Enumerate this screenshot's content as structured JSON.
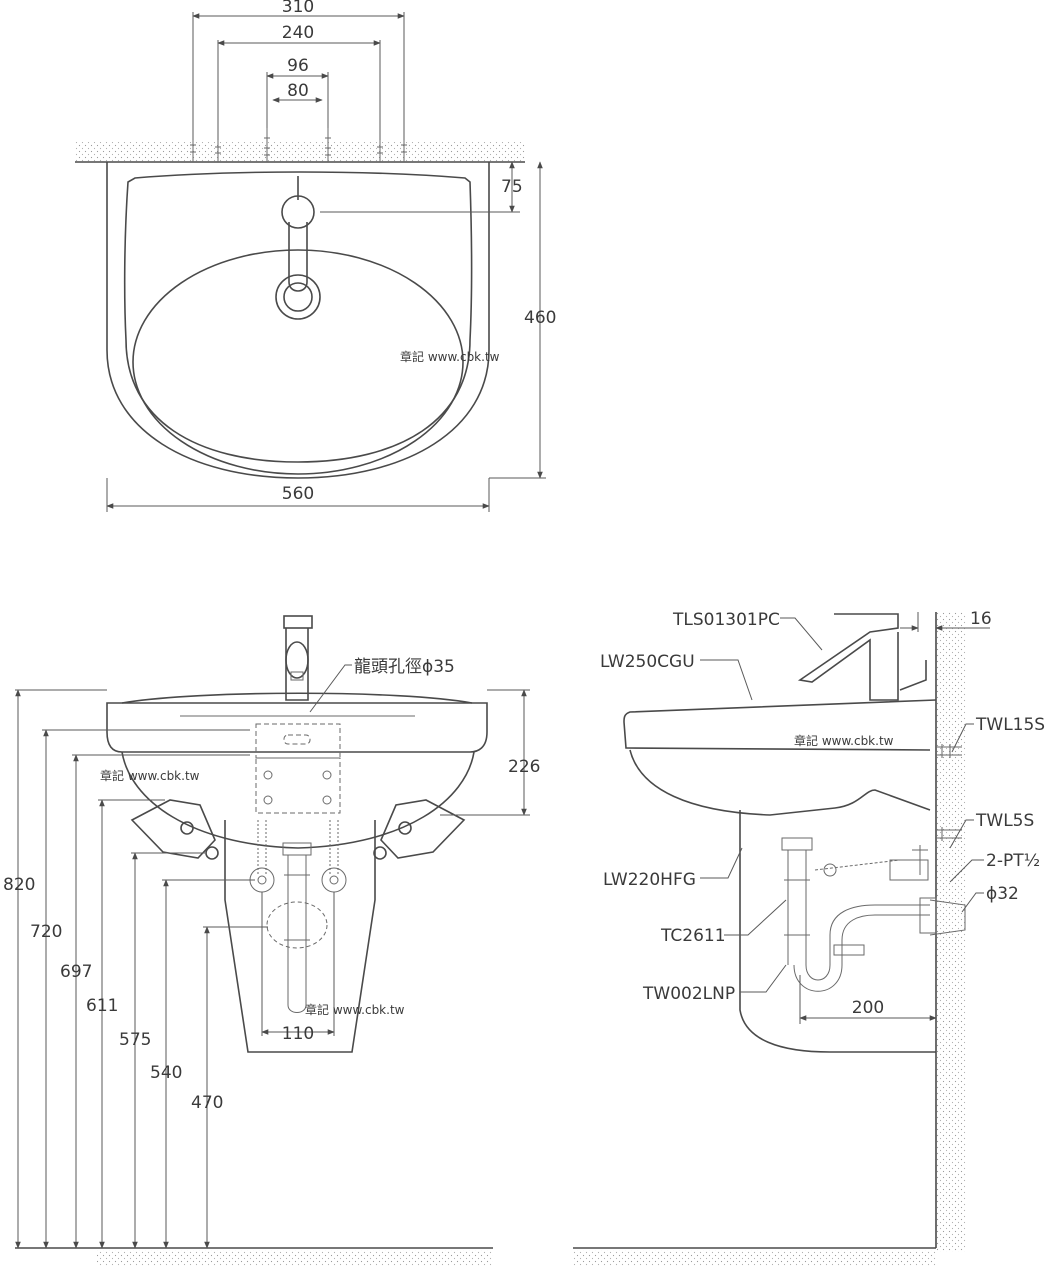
{
  "top_view": {
    "dims": {
      "d310": "310",
      "d240": "240",
      "d96": "96",
      "d80": "80",
      "d75": "75",
      "d460": "460",
      "d560": "560"
    },
    "watermark": "章記 www.cbk.tw"
  },
  "front_view": {
    "faucet_hole_label": "龍頭孔徑ϕ35",
    "dims": {
      "d226": "226",
      "d820": "820",
      "d720": "720",
      "d697": "697",
      "d611": "611",
      "d575": "575",
      "d540": "540",
      "d470": "470",
      "d110": "110"
    },
    "watermark_1": "章記 www.cbk.tw",
    "watermark_2": "章記 www.cbk.tw"
  },
  "side_view": {
    "parts": {
      "faucet": "TLS01301PC",
      "basin": "LW250CGU",
      "pedestal": "LW220HFG",
      "drain": "TC2611",
      "trap": "TW002LNP",
      "anchor_large": "TWL15S",
      "anchor_small": "TWL5S",
      "stop_valve": "2-PT½",
      "pipe": "ϕ32"
    },
    "dims": {
      "d16": "16",
      "d200": "200"
    },
    "watermark": "章記 www.cbk.tw"
  }
}
